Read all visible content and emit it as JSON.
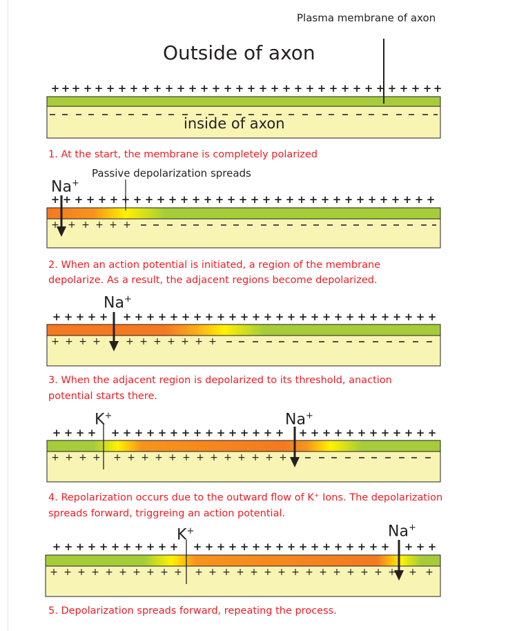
{
  "labels": {
    "plasma_membrane": "Plasma membrane of axon",
    "outside": "Outside of axon",
    "inside": "inside of axon",
    "passive": "Passive depolarization spreads"
  },
  "captions": {
    "step1": "1. At the start, the membrane is completely polarized",
    "step2_line1": "2. When an action potential is initiated, a region of the membrane",
    "step2_line2": "depolarize. As a result, the adjacent regions  become depolarized.",
    "step3_line1": "3. When the adjacent region is depolarized to its threshold, anaction",
    "step3_line2": "potential starts there.",
    "step4_line1": "4. Repolarization occurs due to the outward flow of K⁺ Ions. The depolarization",
    "step4_line2": "spreads forward, triggreing an action potential.",
    "step5": "5. Depolarization spreads forward, repeating the process."
  },
  "ions": {
    "sodium": "Na",
    "potassium": "K",
    "charge": "+"
  },
  "colors": {
    "membrane_green": "#a6cd39",
    "inside_fill": "#f8f4b4",
    "depolarized_orange": "#f47920",
    "glow_yellow": "#fff200",
    "caption_red": "#ed1c24",
    "ink": "#231f20"
  }
}
